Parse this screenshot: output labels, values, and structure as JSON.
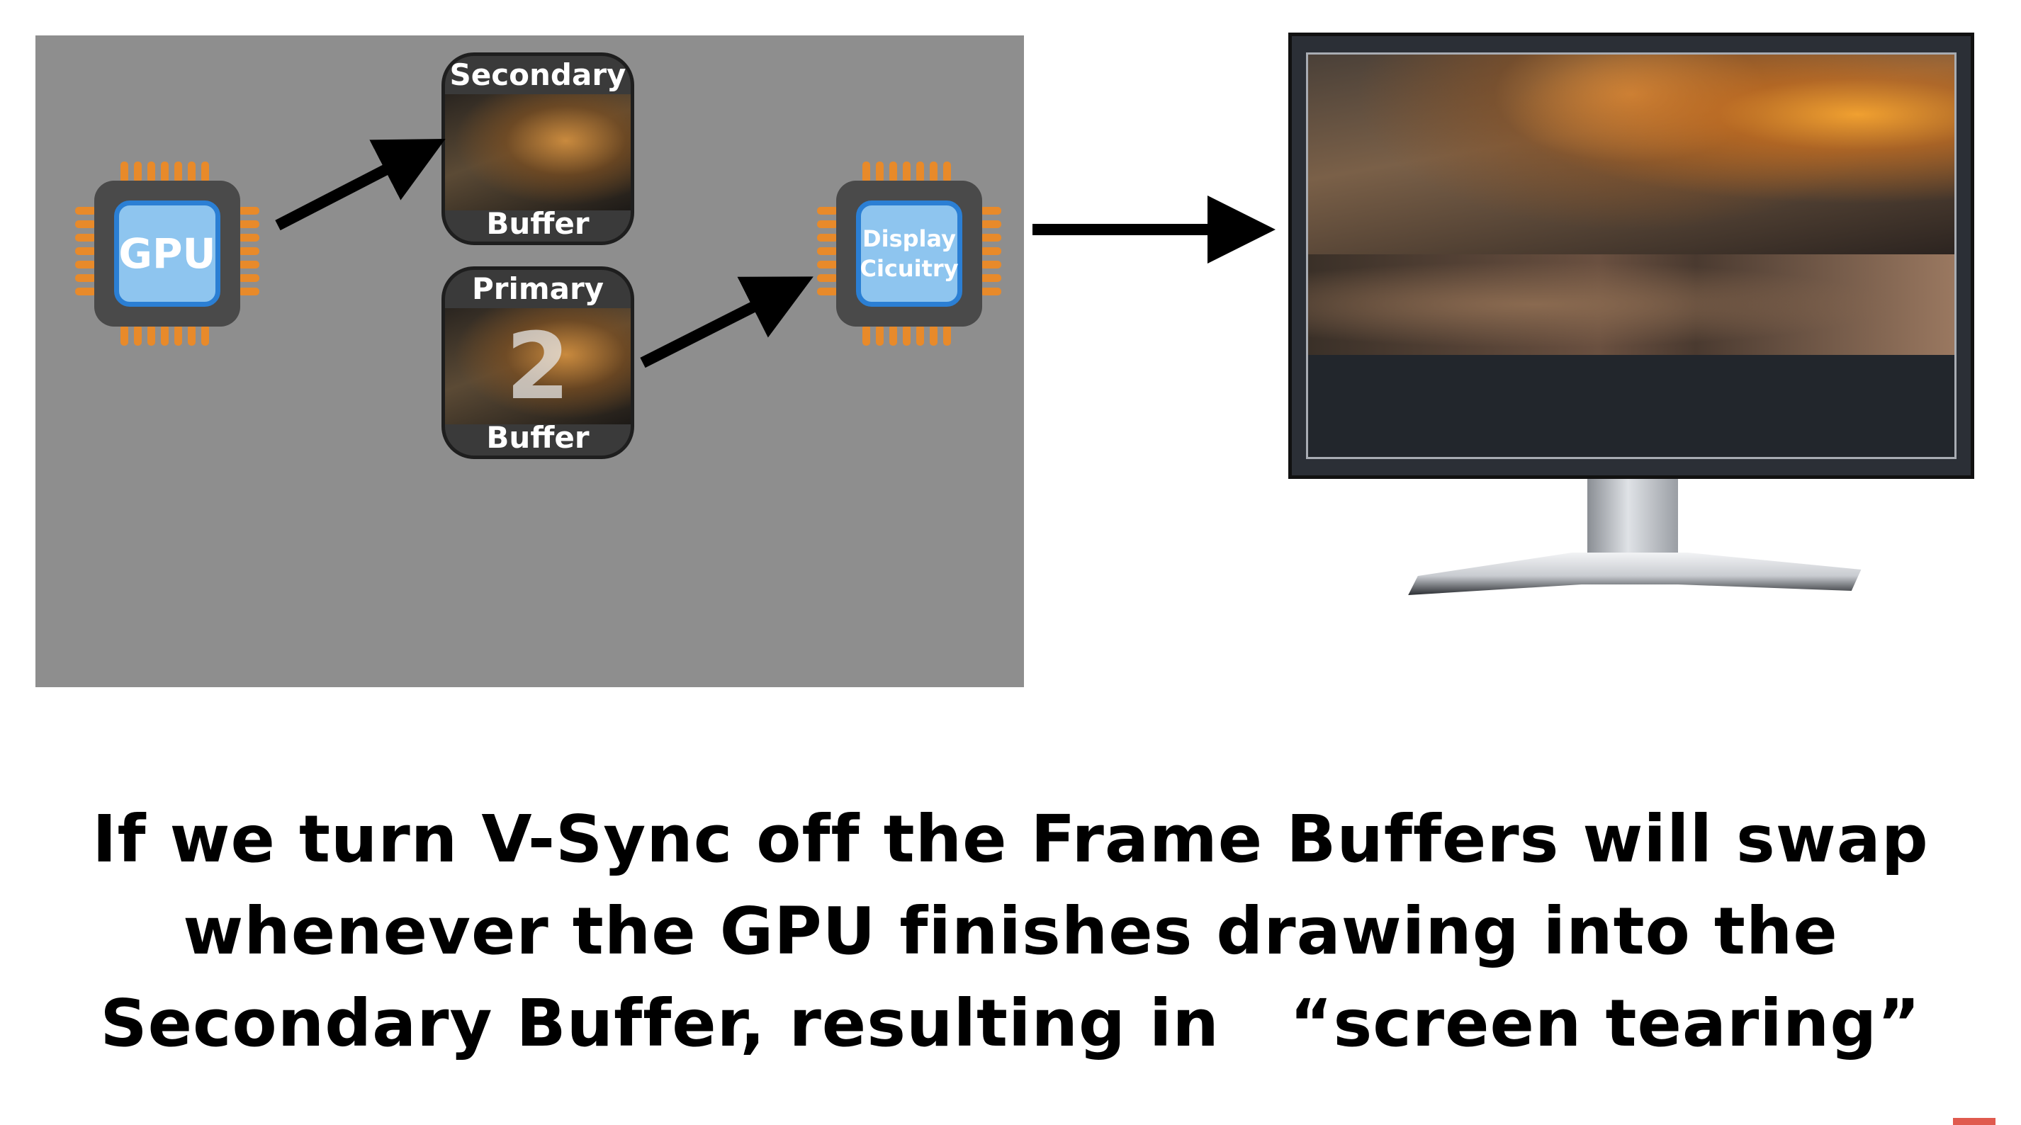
{
  "diagram": {
    "gpu_chip": {
      "label": "GPU",
      "icon": "gpu-chip-icon"
    },
    "display_chip": {
      "line1": "Display",
      "line2": "Cicuitry",
      "icon": "display-circuitry-chip-icon"
    },
    "secondary_buffer": {
      "title": "Secondary",
      "sub": "Buffer"
    },
    "primary_buffer": {
      "title": "Primary",
      "number": "2",
      "sub": "Buffer"
    },
    "monitor": {
      "icon": "monitor-icon"
    }
  },
  "colors": {
    "panel": "#8e8e8e",
    "pin": "#e88a2a",
    "core_fill": "#8ec5ef",
    "core_border": "#2b7fd4",
    "arrow": "#000000"
  },
  "caption": {
    "line1": "If we turn V-Sync off the Frame Buffers will swap",
    "line2": "whenever the GPU finishes drawing into the",
    "line3": "Secondary Buffer, resulting in   “screen tearing”"
  }
}
